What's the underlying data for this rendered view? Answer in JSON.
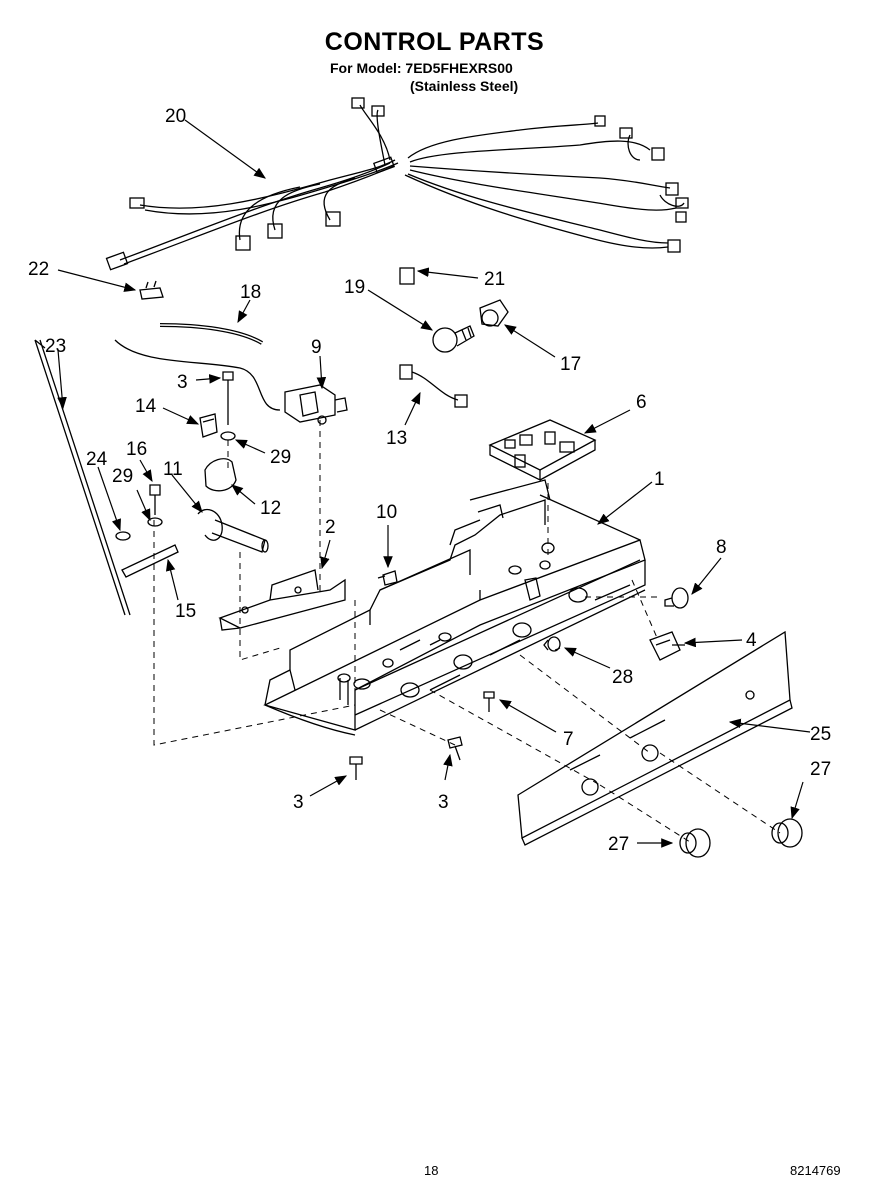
{
  "header": {
    "title": "CONTROL PARTS",
    "model_line": "For Model: 7ED5FHEXRS00",
    "finish_line": "(Stainless Steel)"
  },
  "callouts": [
    {
      "id": "c20",
      "label": "20"
    },
    {
      "id": "c22",
      "label": "22"
    },
    {
      "id": "c21",
      "label": "21"
    },
    {
      "id": "c18",
      "label": "18"
    },
    {
      "id": "c19",
      "label": "19"
    },
    {
      "id": "c17",
      "label": "17"
    },
    {
      "id": "c23",
      "label": "23"
    },
    {
      "id": "c9",
      "label": "9"
    },
    {
      "id": "c3a",
      "label": "3"
    },
    {
      "id": "c14",
      "label": "14"
    },
    {
      "id": "c13",
      "label": "13"
    },
    {
      "id": "c6",
      "label": "6"
    },
    {
      "id": "c29a",
      "label": "29"
    },
    {
      "id": "c16",
      "label": "16"
    },
    {
      "id": "c24",
      "label": "24"
    },
    {
      "id": "c11",
      "label": "11"
    },
    {
      "id": "c29b",
      "label": "29"
    },
    {
      "id": "c12",
      "label": "12"
    },
    {
      "id": "c1",
      "label": "1"
    },
    {
      "id": "c10",
      "label": "10"
    },
    {
      "id": "c2",
      "label": "2"
    },
    {
      "id": "c8",
      "label": "8"
    },
    {
      "id": "c15",
      "label": "15"
    },
    {
      "id": "c4",
      "label": "4"
    },
    {
      "id": "c28",
      "label": "28"
    },
    {
      "id": "c7",
      "label": "7"
    },
    {
      "id": "c25",
      "label": "25"
    },
    {
      "id": "c27a",
      "label": "27"
    },
    {
      "id": "c3b",
      "label": "3"
    },
    {
      "id": "c3c",
      "label": "3"
    },
    {
      "id": "c27b",
      "label": "27"
    }
  ],
  "footer": {
    "page_number": "18",
    "document_number": "8214769"
  }
}
